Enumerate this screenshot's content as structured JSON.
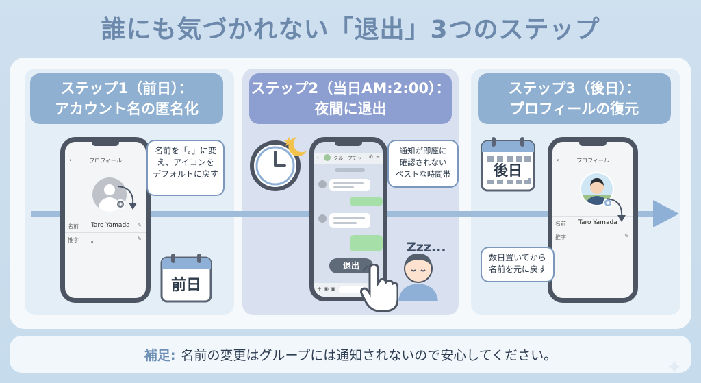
{
  "title": "誰にも気づかれない「退出」3つのステップ",
  "steps": [
    {
      "header_line1": "ステップ1（前日）：",
      "header_line2": "アカウント名の匿名化",
      "phone": {
        "screen_title": "プロフィール",
        "rows": [
          {
            "label": "名前",
            "value": "Taro Yamada"
          },
          {
            "label": "推字",
            "value": "。"
          }
        ]
      },
      "bubble_lines": [
        "名前を「。」に変",
        "え、アイコンを",
        "デフォルトに戻す"
      ],
      "calendar_label": "前日"
    },
    {
      "header_line1": "ステップ2（当日AM:2:00）：",
      "header_line2": "夜間に退出",
      "phone": {
        "screen_title": "グループチャ",
        "leave_button": "退出"
      },
      "bubble_lines": [
        "通知が即座に",
        "確認されない",
        "ベストな時間帯"
      ],
      "sleep_text": "Zzz..."
    },
    {
      "header_line1": "ステップ3（後日）：",
      "header_line2": "プロフィールの復元",
      "phone": {
        "screen_title": "プロフィール",
        "rows": [
          {
            "label": "名前",
            "value": "Taro Yamada"
          },
          {
            "label": "推字",
            "value": ""
          }
        ]
      },
      "bubble_lines": [
        "数日置いてから",
        "名前を元に戻す"
      ],
      "calendar_label": "後日"
    }
  ],
  "note": {
    "lead": "補足:",
    "text": "名前の変更はグループには通知されないので安心してください。"
  },
  "colors": {
    "accent": "#8fb0d0",
    "accent_alt": "#8d9ed0",
    "title": "#6c88ab",
    "arrow": "#9fbddb"
  }
}
